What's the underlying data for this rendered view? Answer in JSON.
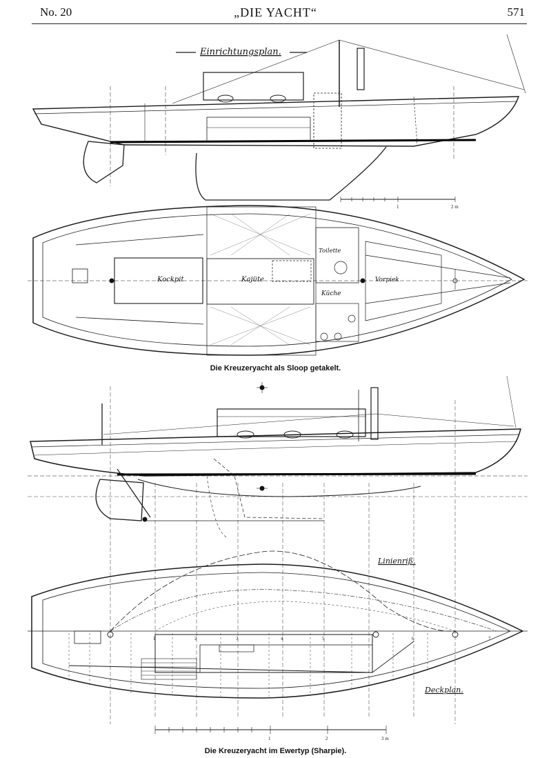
{
  "header": {
    "number": "No. 20",
    "title": "„DIE YACHT“",
    "page": "571"
  },
  "plan1": {
    "title": "Einrichtungsplan.",
    "caption": "Die Kreuzeryacht als Sloop getakelt.",
    "rooms": {
      "cockpit": "Kockpit",
      "cabin": "Kajüte",
      "toilet": "Toilette",
      "kitchen": "Küche",
      "forepeak": "Vorpiek"
    },
    "scale_labels": [
      "1",
      "2 m"
    ]
  },
  "plan2": {
    "caption": "Die Kreuzeryacht im Ewertyp (Sharpie).",
    "lines_title": "Linienriß.",
    "deck_title": "Deckplan.",
    "scale_labels": [
      "1",
      "2",
      "3 m"
    ],
    "station_labels": [
      "1",
      "2",
      "3",
      "4",
      "5",
      "6",
      "7"
    ]
  }
}
